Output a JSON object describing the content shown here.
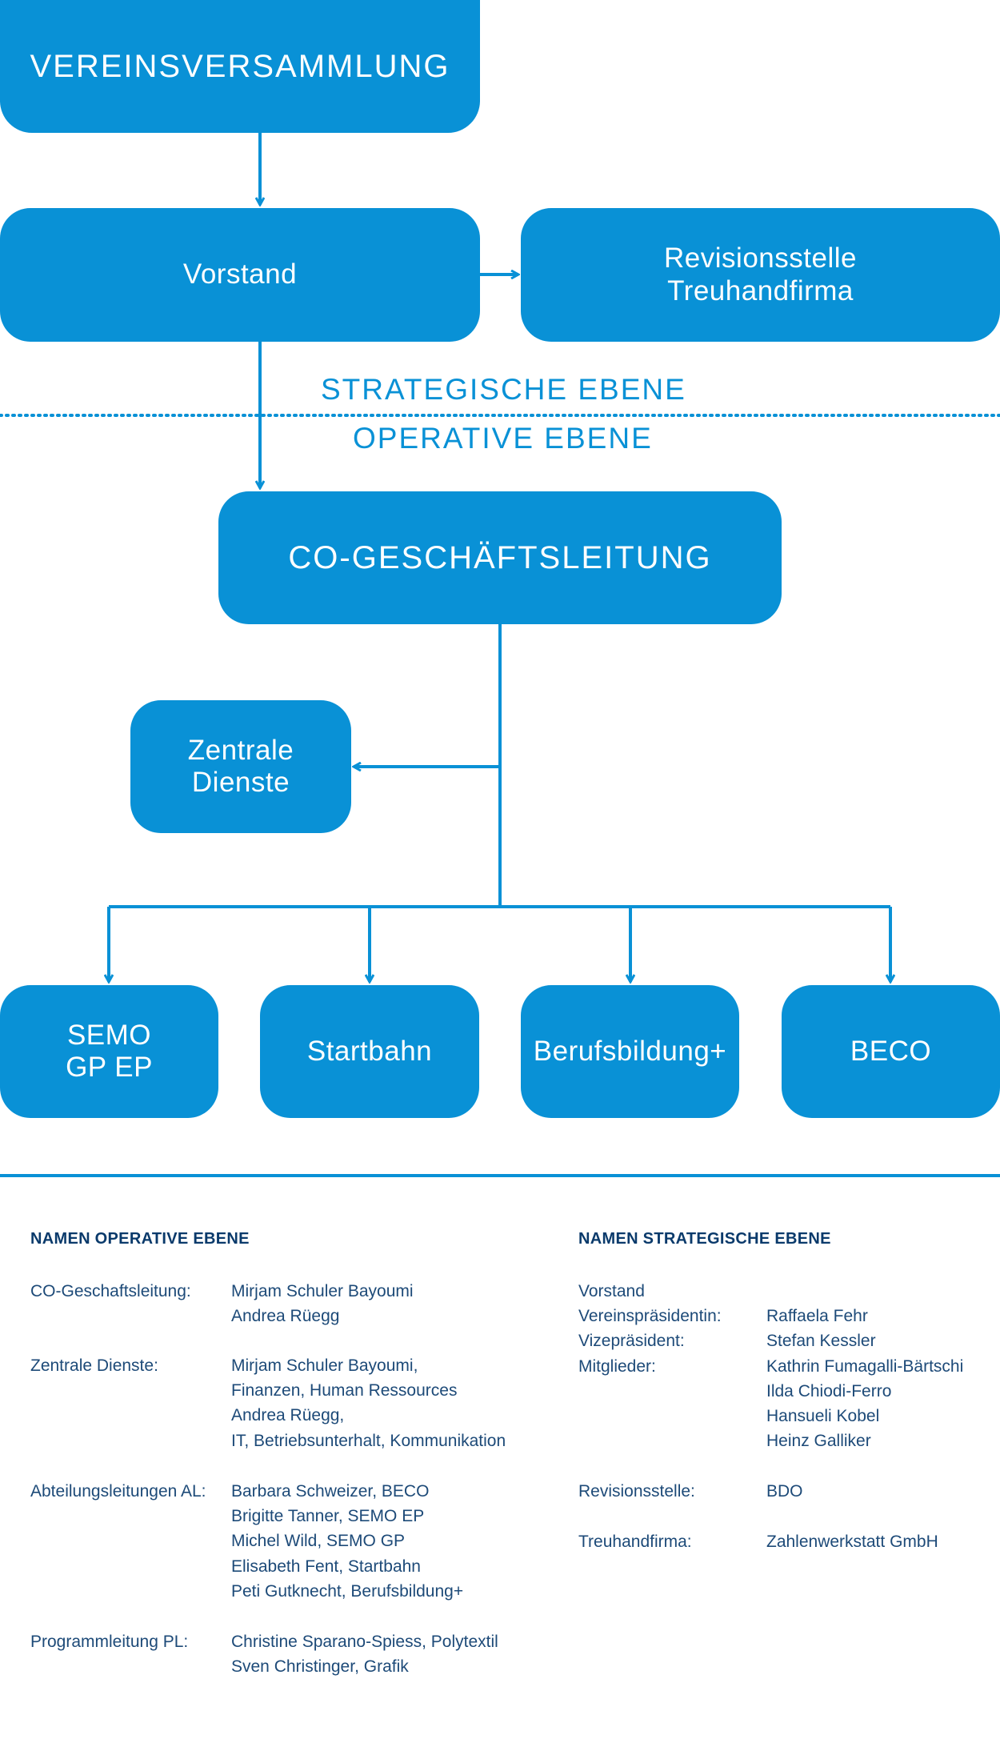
{
  "diagram": {
    "nodes": {
      "vereinsversammlung": "VEREINSVERSAMMLUNG",
      "vorstand": "Vorstand",
      "revision": "Revisionsstelle\nTreuhandfirma",
      "co_gl": "CO-GESCHÄFTSLEITUNG",
      "zentrale_dienste": "Zentrale\nDienste",
      "semo": "SEMO\nGP   EP",
      "startbahn": "Startbahn",
      "berufsbildung": "Berufsbildung+",
      "beco": "BECO"
    },
    "levels": {
      "strategic": "STRATEGISCHE EBENE",
      "operative": "OPERATIVE EBENE"
    },
    "colors": {
      "accent": "#0991d6",
      "text_dark": "#1d4a78",
      "heading": "#0a3a6b"
    }
  },
  "names_operative": {
    "heading": "NAMEN OPERATIVE EBENE",
    "groups": [
      {
        "label": "CO-Geschaftsleitung:",
        "names": "Mirjam Schuler Bayoumi\nAndrea Rüegg"
      },
      {
        "label": "Zentrale Dienste:",
        "names": "Mirjam Schuler Bayoumi,\nFinanzen, Human Ressources\nAndrea Rüegg,\nIT, Betriebsunterhalt, Kommunikation"
      },
      {
        "label": "Abteilungsleitungen AL:",
        "names": "Barbara Schweizer, BECO\nBrigitte Tanner, SEMO EP\nMichel Wild, SEMO GP\nElisabeth Fent, Startbahn\nPeti Gutknecht, Berufsbildung+"
      },
      {
        "label": "Programmleitung PL:",
        "names": "Christine Sparano-Spiess, Polytextil\nSven Christinger, Grafik"
      }
    ]
  },
  "names_strategic": {
    "heading": "NAMEN STRATEGISCHE EBENE",
    "groups": [
      {
        "label": "Vorstand\nVereinspräsidentin:\nVizepräsident:\nMitglieder:",
        "names": "\nRaffaela Fehr\nStefan Kessler\nKathrin Fumagalli-Bärtschi\nIlda Chiodi-Ferro\nHansueli Kobel\nHeinz Galliker"
      },
      {
        "label": "Revisionsstelle:",
        "names": "BDO"
      },
      {
        "label": "Treuhandfirma:",
        "names": "Zahlenwerkstatt GmbH"
      }
    ]
  }
}
